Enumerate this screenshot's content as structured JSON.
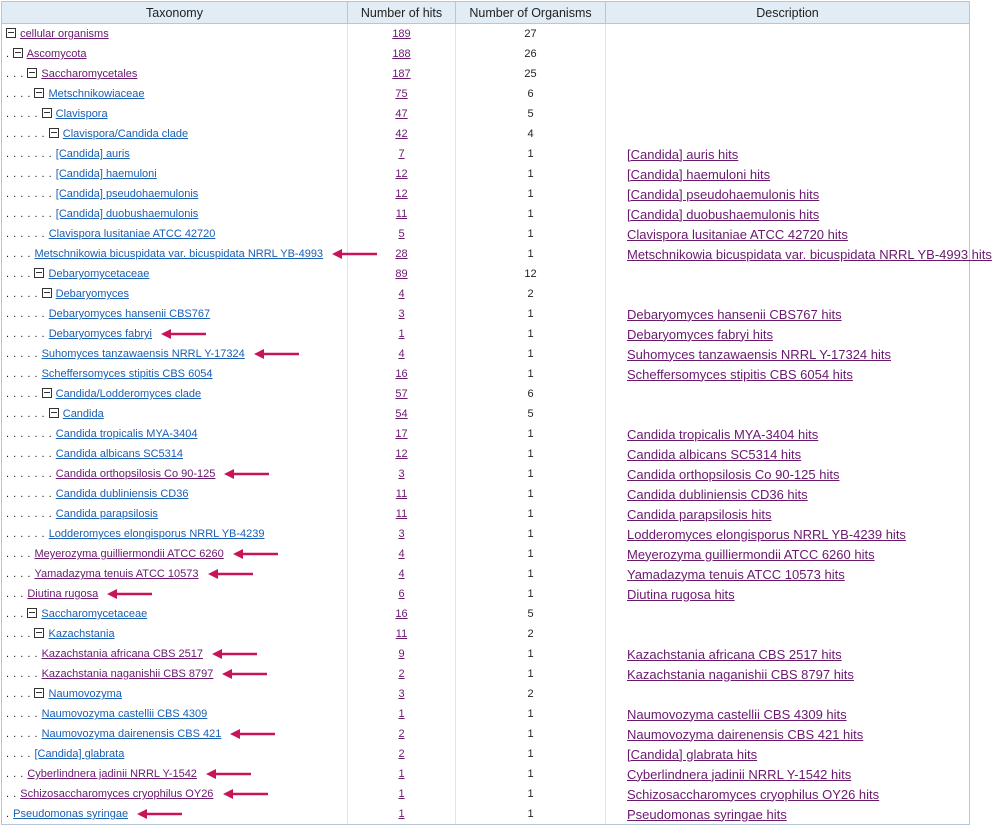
{
  "header": {
    "taxonomy": "Taxonomy",
    "hits": "Number of hits",
    "organisms": "Number of Organisms",
    "description": "Description"
  },
  "colors": {
    "arrow": "#c8155a",
    "taxonomy_link": "#1a5fb4",
    "visited_link": "#6a1a6e",
    "header_bg": "#e1ecf5"
  },
  "rows": [
    {
      "level": 0,
      "expander": true,
      "name": "cellular organisms",
      "hits": "189",
      "orgs": "27",
      "desc": "",
      "visited": true,
      "arrow": 0
    },
    {
      "level": 1,
      "expander": true,
      "name": "Ascomycota",
      "hits": "188",
      "orgs": "26",
      "desc": "",
      "visited": true,
      "arrow": 0
    },
    {
      "level": 3,
      "expander": true,
      "name": "Saccharomycetales",
      "hits": "187",
      "orgs": "25",
      "desc": "",
      "visited": true,
      "arrow": 0
    },
    {
      "level": 4,
      "expander": true,
      "name": "Metschnikowiaceae",
      "hits": "75",
      "orgs": "6",
      "desc": "",
      "visited": false,
      "arrow": 0
    },
    {
      "level": 5,
      "expander": true,
      "name": "Clavispora",
      "hits": "47",
      "orgs": "5",
      "desc": "",
      "visited": false,
      "arrow": 0
    },
    {
      "level": 6,
      "expander": true,
      "name": "Clavispora/Candida clade",
      "hits": "42",
      "orgs": "4",
      "desc": "",
      "visited": false,
      "arrow": 0
    },
    {
      "level": 7,
      "expander": false,
      "name": "[Candida] auris",
      "hits": "7",
      "orgs": "1",
      "desc": "[Candida] auris hits",
      "visited": false,
      "arrow": 0
    },
    {
      "level": 7,
      "expander": false,
      "name": "[Candida] haemuloni",
      "hits": "12",
      "orgs": "1",
      "desc": "[Candida] haemuloni hits",
      "visited": false,
      "arrow": 0
    },
    {
      "level": 7,
      "expander": false,
      "name": "[Candida] pseudohaemulonis",
      "hits": "12",
      "orgs": "1",
      "desc": "[Candida] pseudohaemulonis hits",
      "visited": false,
      "arrow": 0
    },
    {
      "level": 7,
      "expander": false,
      "name": "[Candida] duobushaemulonis",
      "hits": "11",
      "orgs": "1",
      "desc": "[Candida] duobushaemulonis hits",
      "visited": false,
      "arrow": 0
    },
    {
      "level": 6,
      "expander": false,
      "name": "Clavispora lusitaniae ATCC 42720",
      "hits": "5",
      "orgs": "1",
      "desc": "Clavispora lusitaniae ATCC 42720 hits",
      "visited": false,
      "arrow": 0
    },
    {
      "level": 4,
      "expander": false,
      "name": "Metschnikowia bicuspidata var. bicuspidata NRRL YB-4993",
      "hits": "28",
      "orgs": "1",
      "desc": "Metschnikowia bicuspidata var. bicuspidata NRRL YB-4993 hits",
      "visited": false,
      "arrow": 1
    },
    {
      "level": 4,
      "expander": true,
      "name": "Debaryomycetaceae",
      "hits": "89",
      "orgs": "12",
      "desc": "",
      "visited": false,
      "arrow": 0
    },
    {
      "level": 5,
      "expander": true,
      "name": "Debaryomyces",
      "hits": "4",
      "orgs": "2",
      "desc": "",
      "visited": false,
      "arrow": 0
    },
    {
      "level": 6,
      "expander": false,
      "name": "Debaryomyces hansenii CBS767",
      "hits": "3",
      "orgs": "1",
      "desc": "Debaryomyces hansenii CBS767 hits",
      "visited": false,
      "arrow": 0
    },
    {
      "level": 6,
      "expander": false,
      "name": "Debaryomyces fabryi",
      "hits": "1",
      "orgs": "1",
      "desc": "Debaryomyces fabryi hits",
      "visited": false,
      "arrow": 1
    },
    {
      "level": 5,
      "expander": false,
      "name": "Suhomyces tanzawaensis NRRL Y-17324",
      "hits": "4",
      "orgs": "1",
      "desc": "Suhomyces tanzawaensis NRRL Y-17324 hits",
      "visited": false,
      "arrow": 1
    },
    {
      "level": 5,
      "expander": false,
      "name": "Scheffersomyces stipitis CBS 6054",
      "hits": "16",
      "orgs": "1",
      "desc": "Scheffersomyces stipitis CBS 6054 hits",
      "visited": false,
      "arrow": 0
    },
    {
      "level": 5,
      "expander": true,
      "name": "Candida/Lodderomyces clade",
      "hits": "57",
      "orgs": "6",
      "desc": "",
      "visited": false,
      "arrow": 0
    },
    {
      "level": 6,
      "expander": true,
      "name": "Candida",
      "hits": "54",
      "orgs": "5",
      "desc": "",
      "visited": false,
      "arrow": 0
    },
    {
      "level": 7,
      "expander": false,
      "name": "Candida tropicalis MYA-3404",
      "hits": "17",
      "orgs": "1",
      "desc": "Candida tropicalis MYA-3404 hits",
      "visited": false,
      "arrow": 0
    },
    {
      "level": 7,
      "expander": false,
      "name": "Candida albicans SC5314",
      "hits": "12",
      "orgs": "1",
      "desc": "Candida albicans SC5314 hits",
      "visited": false,
      "arrow": 0
    },
    {
      "level": 7,
      "expander": false,
      "name": "Candida orthopsilosis Co 90-125",
      "hits": "3",
      "orgs": "1",
      "desc": "Candida orthopsilosis Co 90-125 hits",
      "visited": true,
      "arrow": 1
    },
    {
      "level": 7,
      "expander": false,
      "name": "Candida dubliniensis CD36",
      "hits": "11",
      "orgs": "1",
      "desc": "Candida dubliniensis CD36 hits",
      "visited": false,
      "arrow": 0
    },
    {
      "level": 7,
      "expander": false,
      "name": "Candida parapsilosis",
      "hits": "11",
      "orgs": "1",
      "desc": "Candida parapsilosis hits",
      "visited": false,
      "arrow": 0
    },
    {
      "level": 6,
      "expander": false,
      "name": "Lodderomyces elongisporus NRRL YB-4239",
      "hits": "3",
      "orgs": "1",
      "desc": "Lodderomyces elongisporus NRRL YB-4239 hits",
      "visited": false,
      "arrow": 0
    },
    {
      "level": 4,
      "expander": false,
      "name": "Meyerozyma guilliermondii ATCC 6260",
      "hits": "4",
      "orgs": "1",
      "desc": "Meyerozyma guilliermondii ATCC 6260 hits",
      "visited": true,
      "arrow": 1
    },
    {
      "level": 4,
      "expander": false,
      "name": "Yamadazyma tenuis ATCC 10573",
      "hits": "4",
      "orgs": "1",
      "desc": "Yamadazyma tenuis ATCC 10573 hits",
      "visited": true,
      "arrow": 1
    },
    {
      "level": 3,
      "expander": false,
      "name": "Diutina rugosa",
      "hits": "6",
      "orgs": "1",
      "desc": "Diutina rugosa hits",
      "visited": true,
      "arrow": 1
    },
    {
      "level": 3,
      "expander": true,
      "name": "Saccharomycetaceae",
      "hits": "16",
      "orgs": "5",
      "desc": "",
      "visited": false,
      "arrow": 0
    },
    {
      "level": 4,
      "expander": true,
      "name": "Kazachstania",
      "hits": "11",
      "orgs": "2",
      "desc": "",
      "visited": false,
      "arrow": 0
    },
    {
      "level": 5,
      "expander": false,
      "name": "Kazachstania africana CBS 2517",
      "hits": "9",
      "orgs": "1",
      "desc": "Kazachstania africana CBS 2517 hits",
      "visited": true,
      "arrow": 1
    },
    {
      "level": 5,
      "expander": false,
      "name": "Kazachstania naganishii CBS 8797",
      "hits": "2",
      "orgs": "1",
      "desc": "Kazachstania naganishii CBS 8797 hits",
      "visited": true,
      "arrow": 1
    },
    {
      "level": 4,
      "expander": true,
      "name": "Naumovozyma",
      "hits": "3",
      "orgs": "2",
      "desc": "",
      "visited": false,
      "arrow": 0
    },
    {
      "level": 5,
      "expander": false,
      "name": "Naumovozyma castellii CBS 4309",
      "hits": "1",
      "orgs": "1",
      "desc": "Naumovozyma castellii CBS 4309 hits",
      "visited": false,
      "arrow": 0
    },
    {
      "level": 5,
      "expander": false,
      "name": "Naumovozyma dairenensis CBS 421",
      "hits": "2",
      "orgs": "1",
      "desc": "Naumovozyma dairenensis CBS 421 hits",
      "visited": false,
      "arrow": 1
    },
    {
      "level": 4,
      "expander": false,
      "name": "[Candida] glabrata",
      "hits": "2",
      "orgs": "1",
      "desc": "[Candida] glabrata hits",
      "visited": false,
      "arrow": 0
    },
    {
      "level": 3,
      "expander": false,
      "name": "Cyberlindnera jadinii NRRL Y-1542",
      "hits": "1",
      "orgs": "1",
      "desc": "Cyberlindnera jadinii NRRL Y-1542 hits",
      "visited": true,
      "arrow": 1
    },
    {
      "level": 2,
      "expander": false,
      "name": "Schizosaccharomyces cryophilus OY26",
      "hits": "1",
      "orgs": "1",
      "desc": "Schizosaccharomyces cryophilus OY26 hits",
      "visited": true,
      "arrow": 1
    },
    {
      "level": 1,
      "expander": false,
      "name": "Pseudomonas syringae",
      "hits": "1",
      "orgs": "1",
      "desc": "Pseudomonas syringae hits",
      "visited": false,
      "arrow": 1
    }
  ]
}
